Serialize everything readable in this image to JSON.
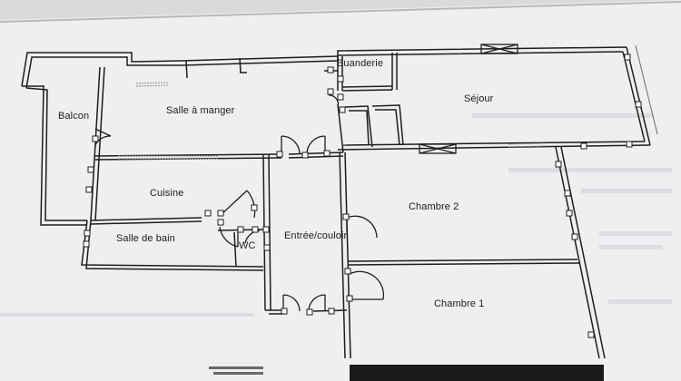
{
  "plan": {
    "rooms": {
      "balcon": "Balcon",
      "salle_a_manger": "Salle à manger",
      "buanderie": "Buanderie",
      "sejour": "Séjour",
      "cuisine": "Cuisine",
      "chambre_2": "Chambre 2",
      "salle_de_bain": "Salle de bain",
      "wc": "WC",
      "entree_couloir": "Entrée/couloir",
      "chambre_1": "Chambre 1"
    },
    "colors": {
      "wall": "#1e1e1e",
      "paper": "#eeeff0",
      "window": "#9a9a9a",
      "background": "#d9dadc"
    }
  }
}
